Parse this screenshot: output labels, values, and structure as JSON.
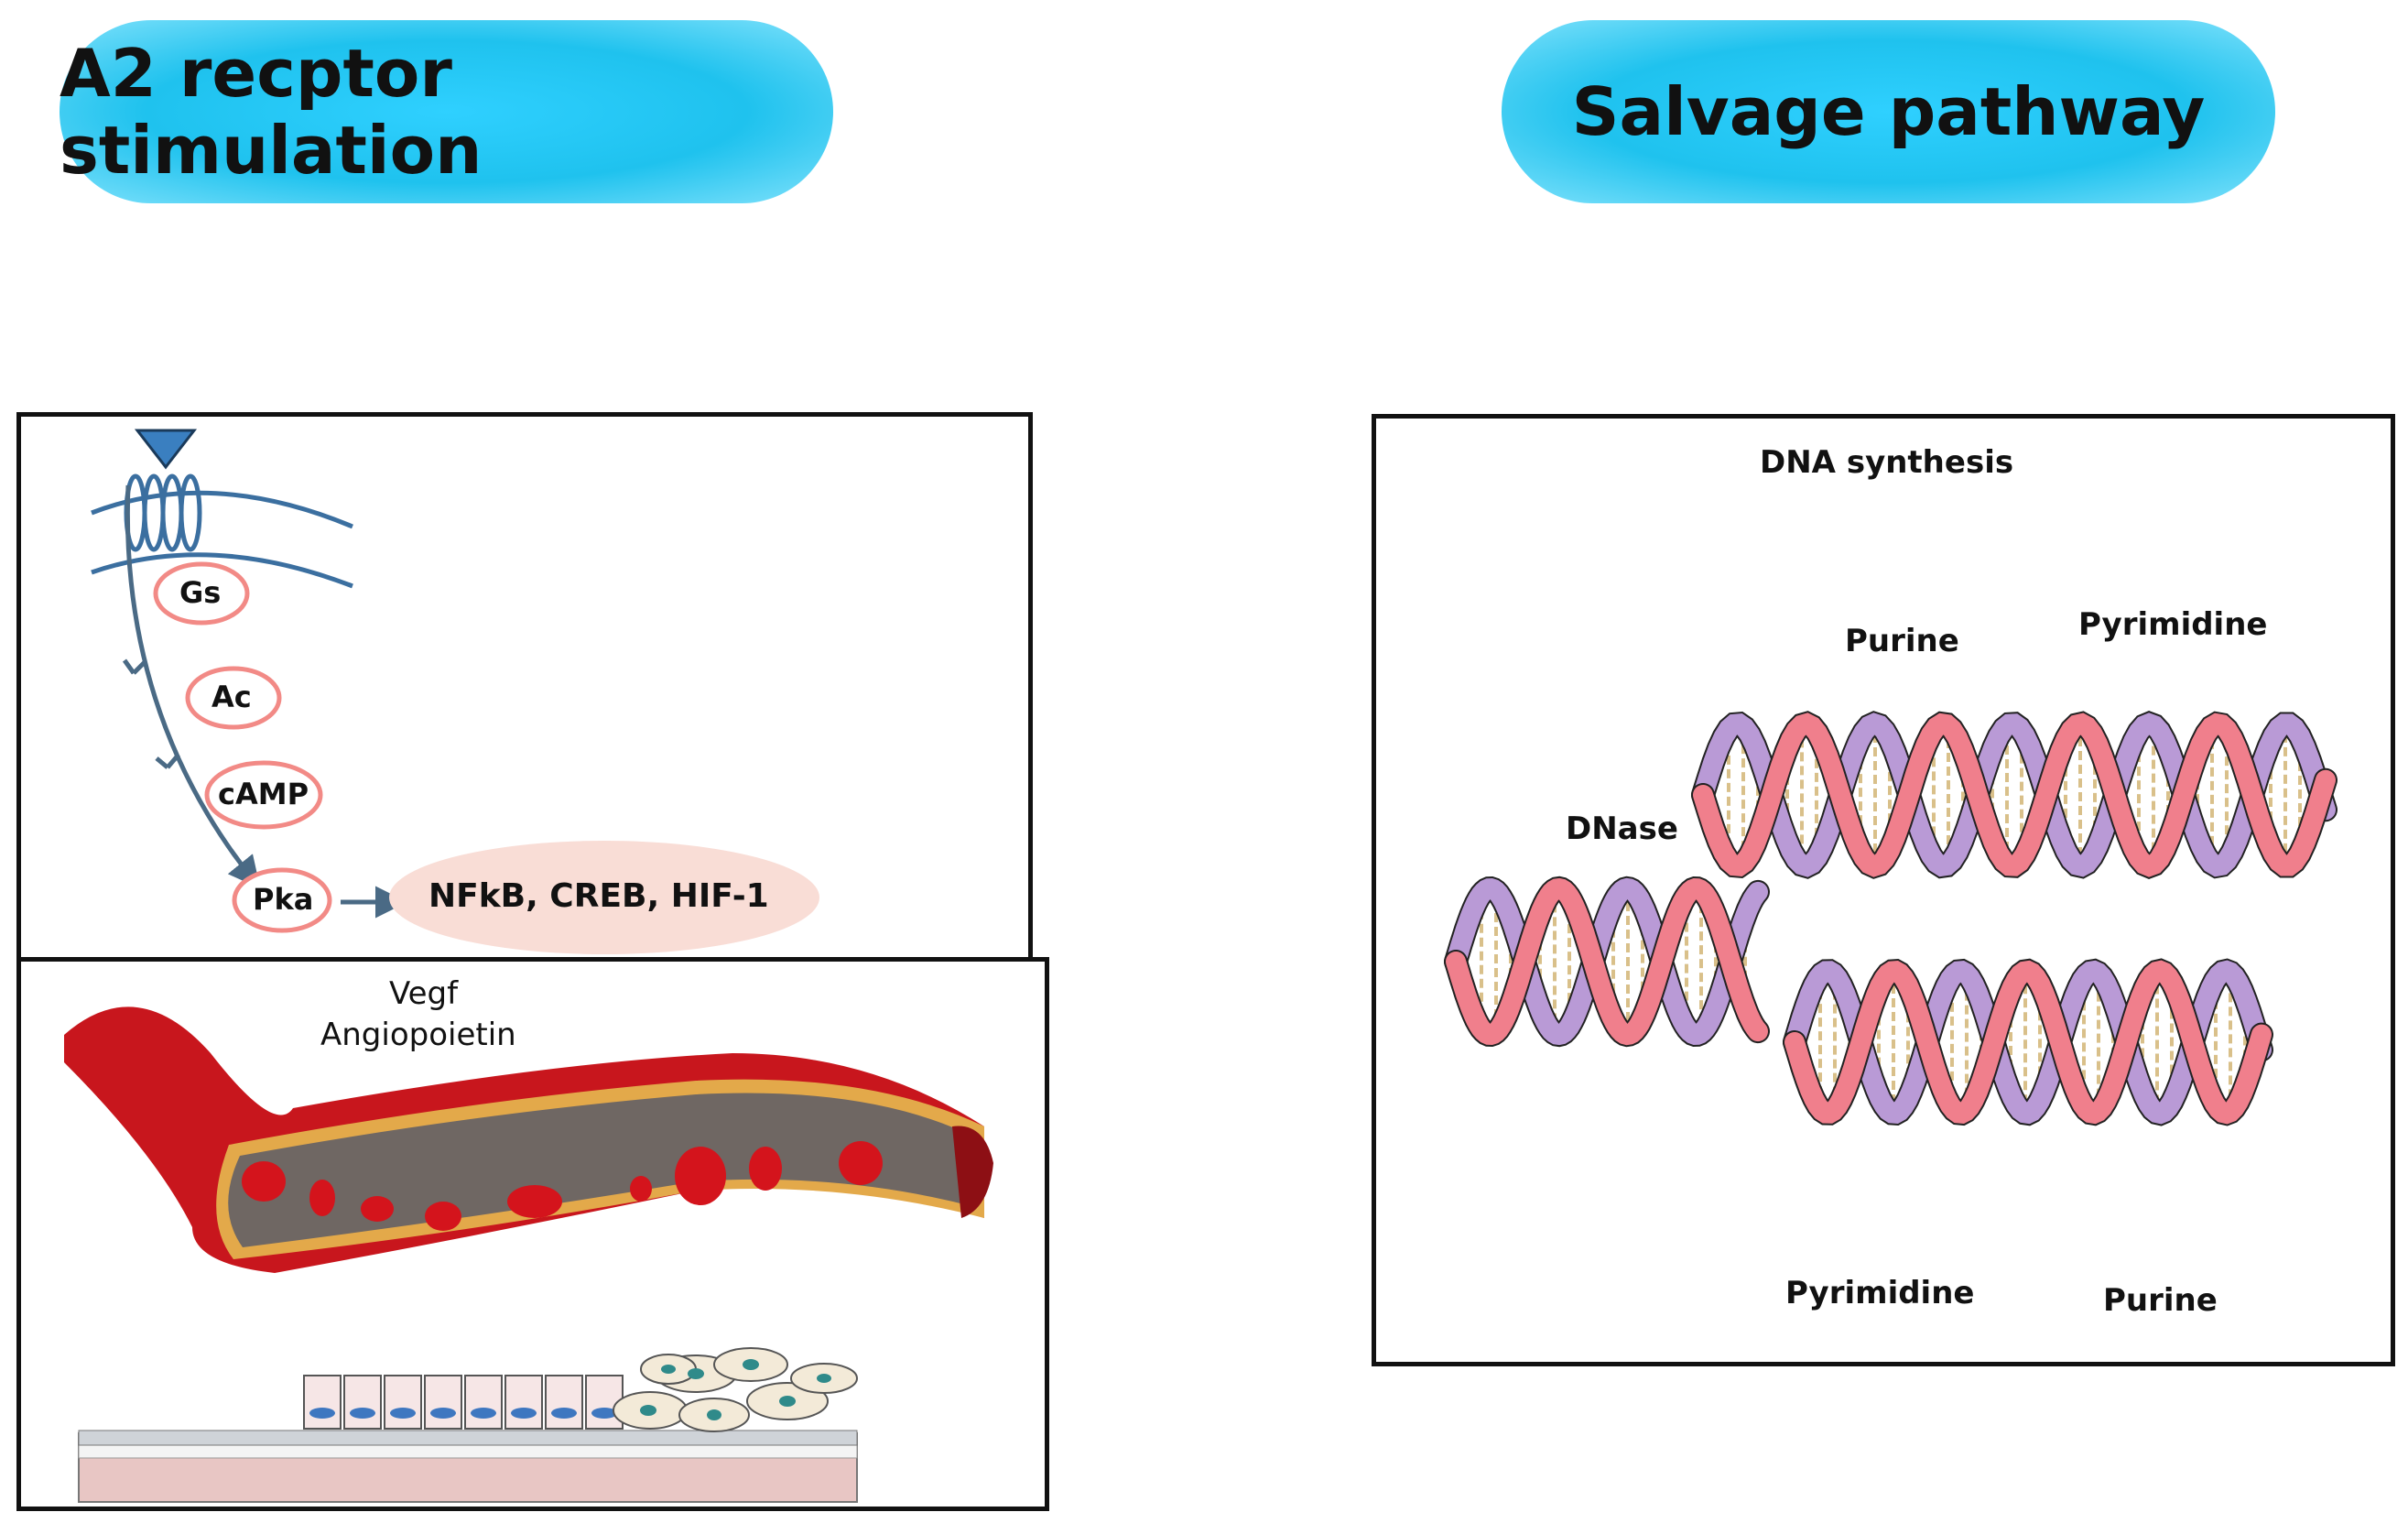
{
  "left_header": {
    "title": "A2 recptor stimulation"
  },
  "right_header": {
    "title": "Salvage pathway"
  },
  "signaling": {
    "nodes": {
      "gs": "Gs",
      "ac": "Ac",
      "camp": "cAMP",
      "pka": "Pka"
    },
    "targets": "NFkB, CREB, HIF-1"
  },
  "vessel": {
    "line1": "Vegf",
    "line2": "Angiopoietin"
  },
  "dna": {
    "title": "DNA synthesis",
    "top_left": "Purine",
    "top_right": "Pyrimidine",
    "enzyme": "DNase",
    "bottom_left": "Pyrimidine",
    "bottom_right": "Purine"
  },
  "colors": {
    "pill": "#1fc2ee",
    "node_border": "#f28a86",
    "target_bg": "#f9ddd6",
    "membrane": "#3b6fa0",
    "pathway_arrow": "#4a6a85",
    "receptor_ligand": "#3a7fc0",
    "vessel_red": "#c8161d",
    "dna_pink": "#f07f8c",
    "dna_purple": "#b99ad6"
  },
  "icons": [
    "ligand-triangle-icon",
    "membrane-receptor-icon",
    "blood-vessel-icon",
    "endothelial-cells-icon",
    "dna-helix-icon"
  ]
}
